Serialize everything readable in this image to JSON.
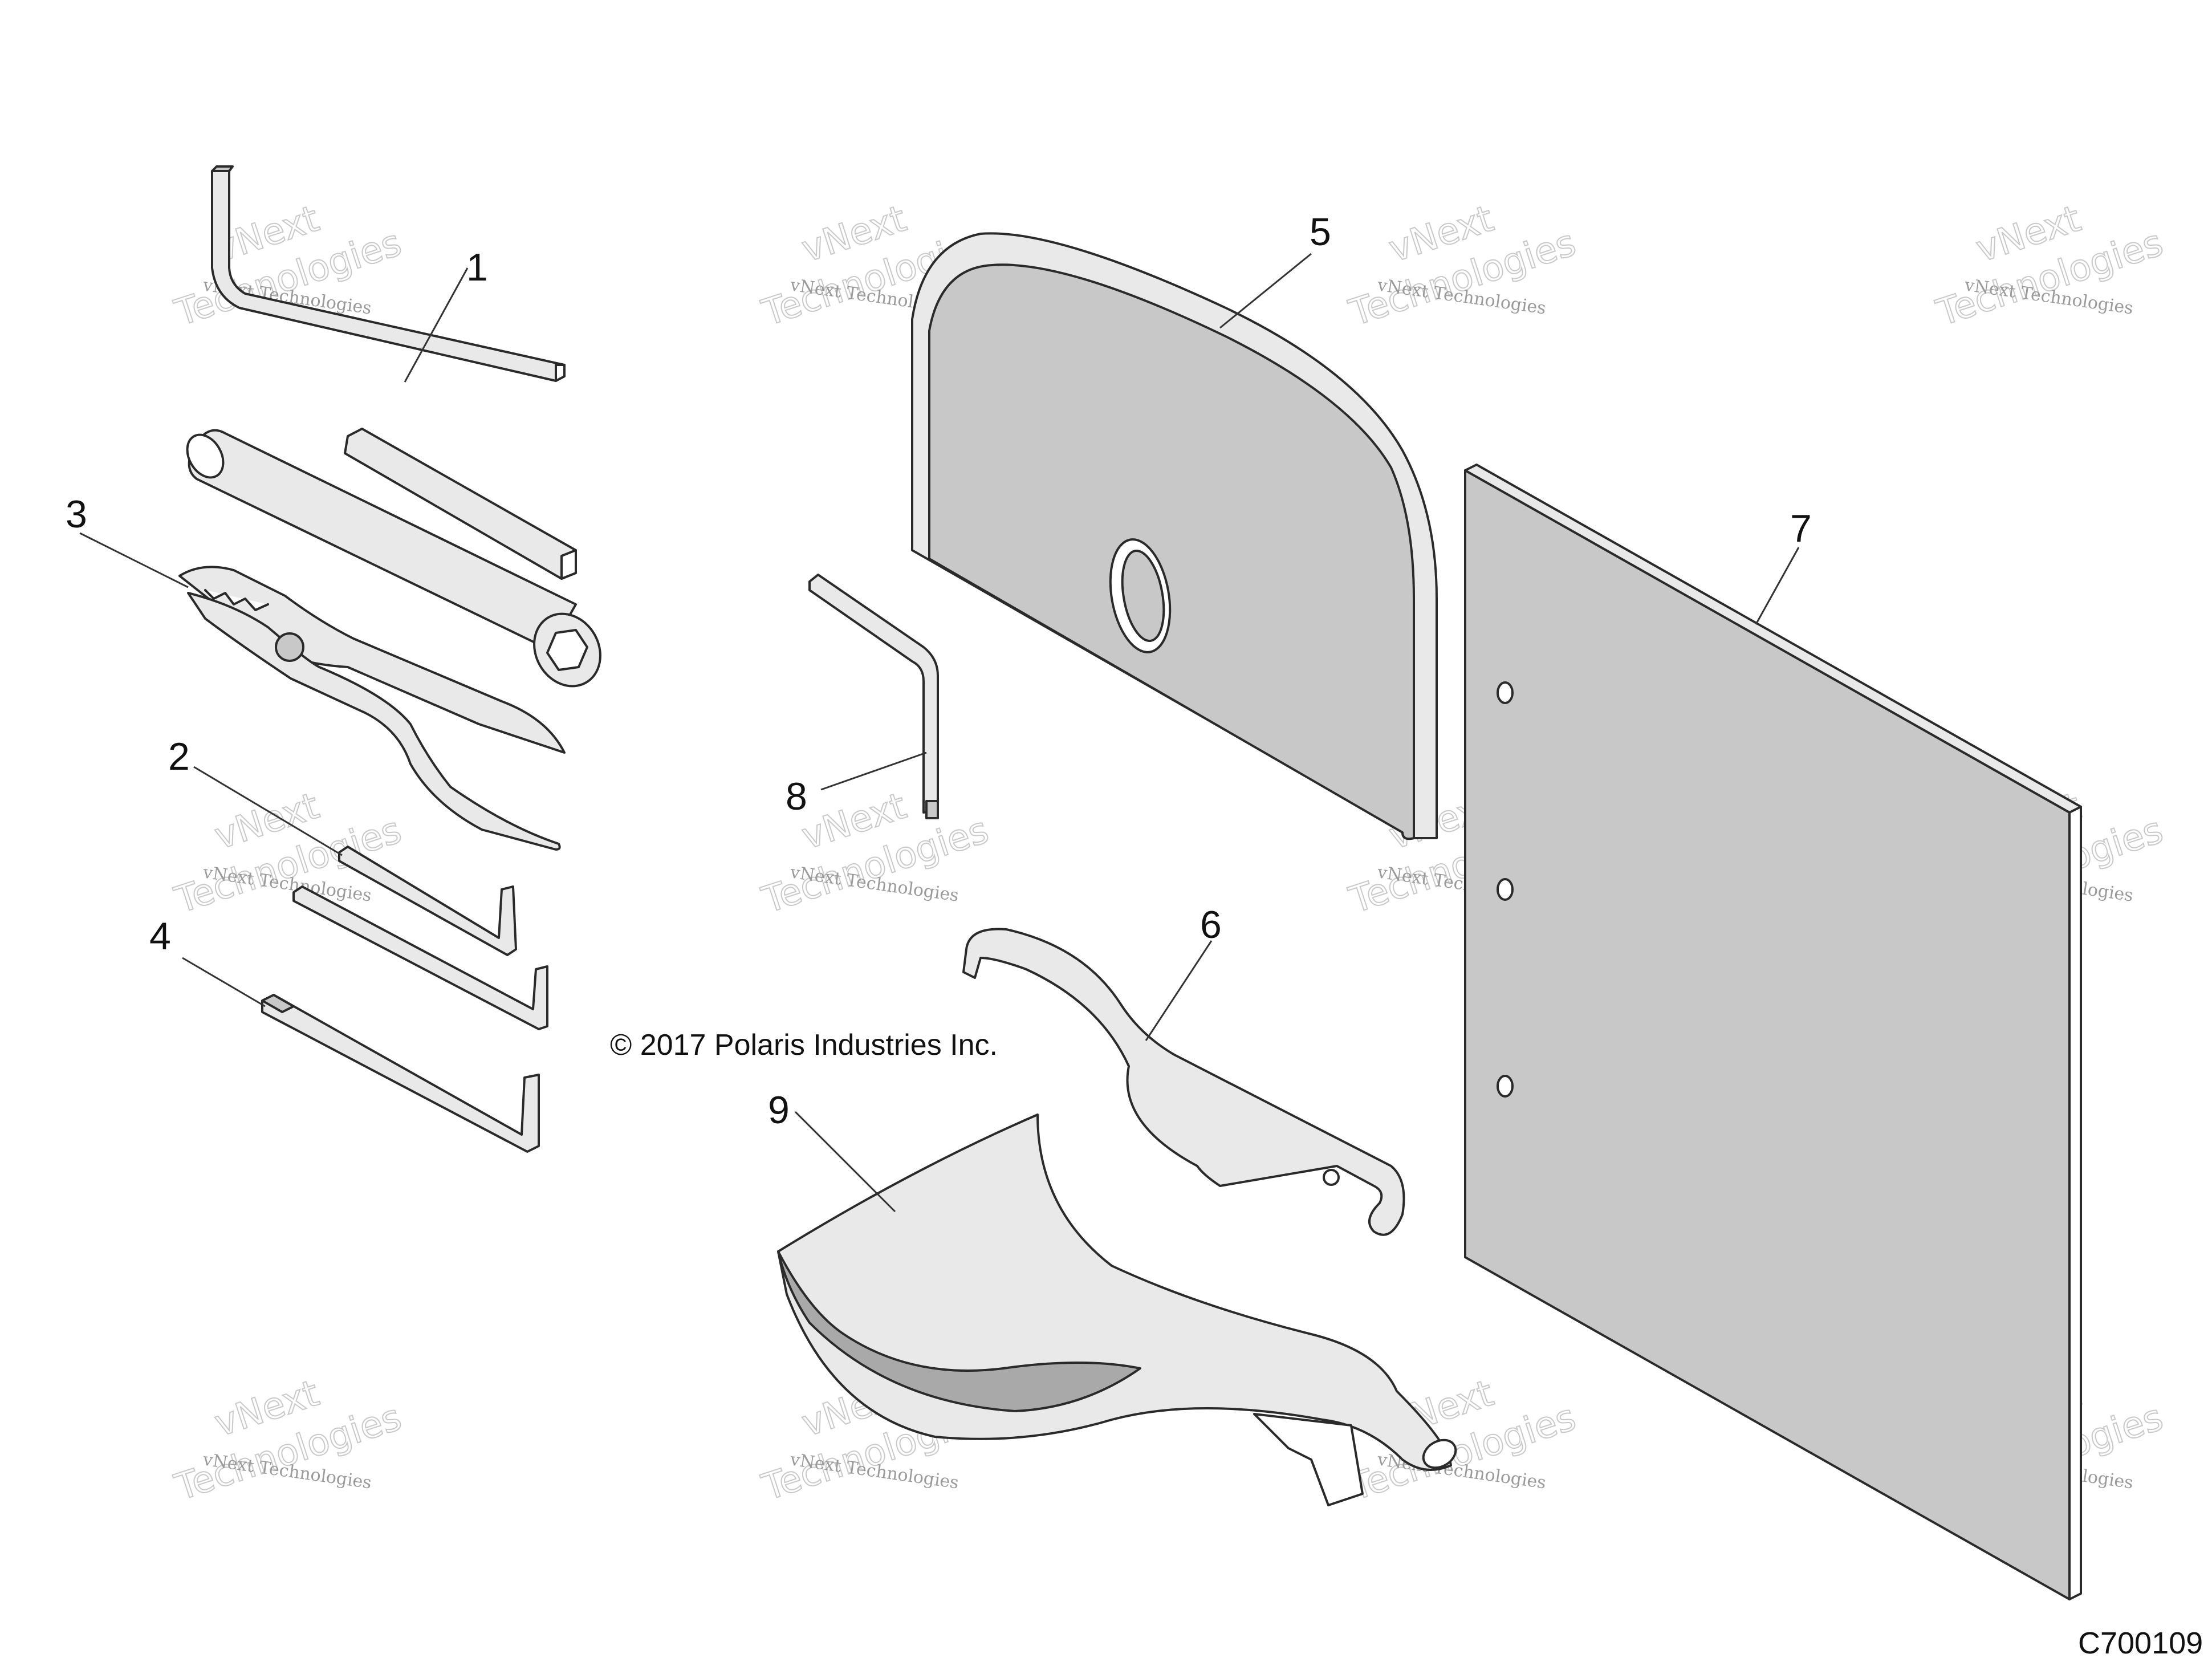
{
  "callouts": [
    "1",
    "2",
    "3",
    "4",
    "5",
    "6",
    "7",
    "8",
    "9"
  ],
  "watermark": {
    "line1": "vNext",
    "line2": "Technologies",
    "small": "vNext Technologies"
  },
  "copyright": "© 2017 Polaris Industries Inc.",
  "figure_id": "C700109"
}
